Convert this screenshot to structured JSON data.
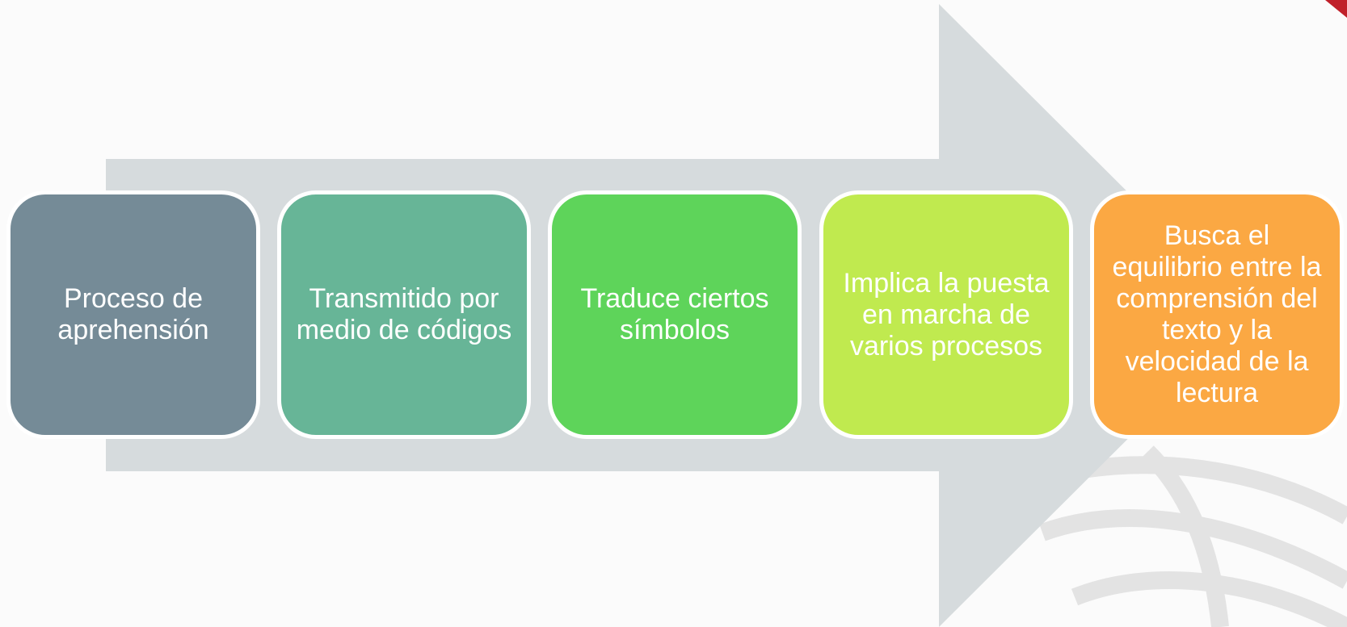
{
  "steps": [
    {
      "text": "Proceso de aprehensión",
      "color": "#758b97"
    },
    {
      "text": "Transmitido por medio de códigos",
      "color": "#67b597"
    },
    {
      "text": "Traduce ciertos símbolos",
      "color": "#5ed45a"
    },
    {
      "text": "Implica la puesta en marcha de varios procesos",
      "color": "#c0ea4f"
    },
    {
      "text": "Busca el equilibrio entre la comprensión del texto y la velocidad de la lectura",
      "color": "#fba843"
    }
  ],
  "colors": {
    "arrow": "#d6dbdd",
    "box_border": "#ffffff",
    "watermark": "#e6e6e6",
    "corner_accent": "#c0202a"
  }
}
